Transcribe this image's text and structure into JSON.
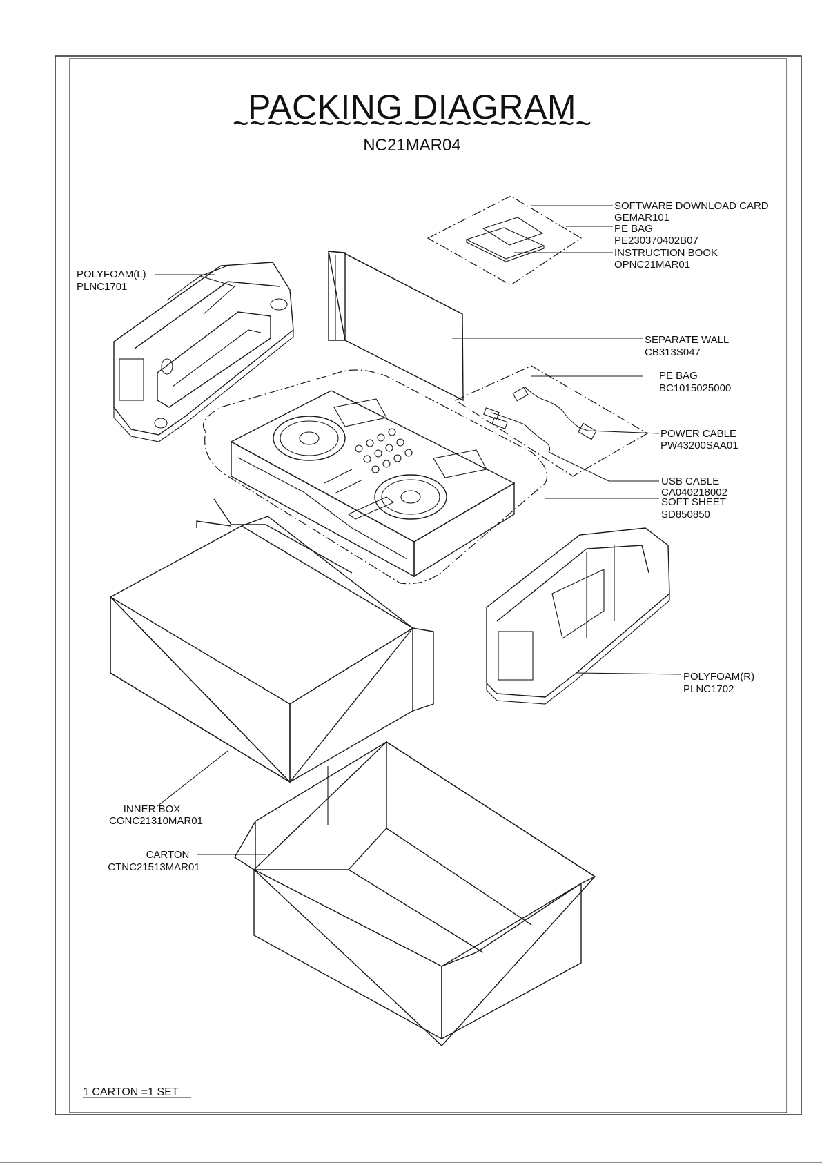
{
  "header": {
    "title": "PACKING DIAGRAM",
    "title_underline": "~~~~~~~~~~~~~~~~~~~~~",
    "model": "NC21MAR04"
  },
  "callouts": {
    "software_card": {
      "name": "SOFTWARE DOWNLOAD CARD",
      "code": "GEMAR101"
    },
    "pe_bag_top": {
      "name": "PE BAG",
      "code": "PE230370402B07"
    },
    "instruction_book": {
      "name": "INSTRUCTION BOOK",
      "code": "OPNC21MAR01"
    },
    "polyfoam_left": {
      "name": "POLYFOAM(L)",
      "code": "PLNC1701"
    },
    "separate_wall": {
      "name": "SEPARATE WALL",
      "code": "CB313S047"
    },
    "pe_bag_cables": {
      "name": "PE BAG",
      "code": "BC1015025000"
    },
    "power_cable": {
      "name": "POWER CABLE",
      "code": "PW43200SAA01"
    },
    "usb_cable": {
      "name": "USB CABLE",
      "code": "CA040218002"
    },
    "soft_sheet": {
      "name": "SOFT SHEET",
      "code": "SD850850"
    },
    "polyfoam_right": {
      "name": "POLYFOAM(R)",
      "code": "PLNC1702"
    },
    "inner_box": {
      "name": "INNER BOX",
      "code": "CGNC21310MAR01"
    },
    "carton": {
      "name": "CARTON",
      "code": "CTNC21513MAR01"
    }
  },
  "footer": {
    "note": "1 CARTON =1 SET"
  },
  "colors": {
    "line": "#1a1a1a",
    "background": "#ffffff"
  }
}
